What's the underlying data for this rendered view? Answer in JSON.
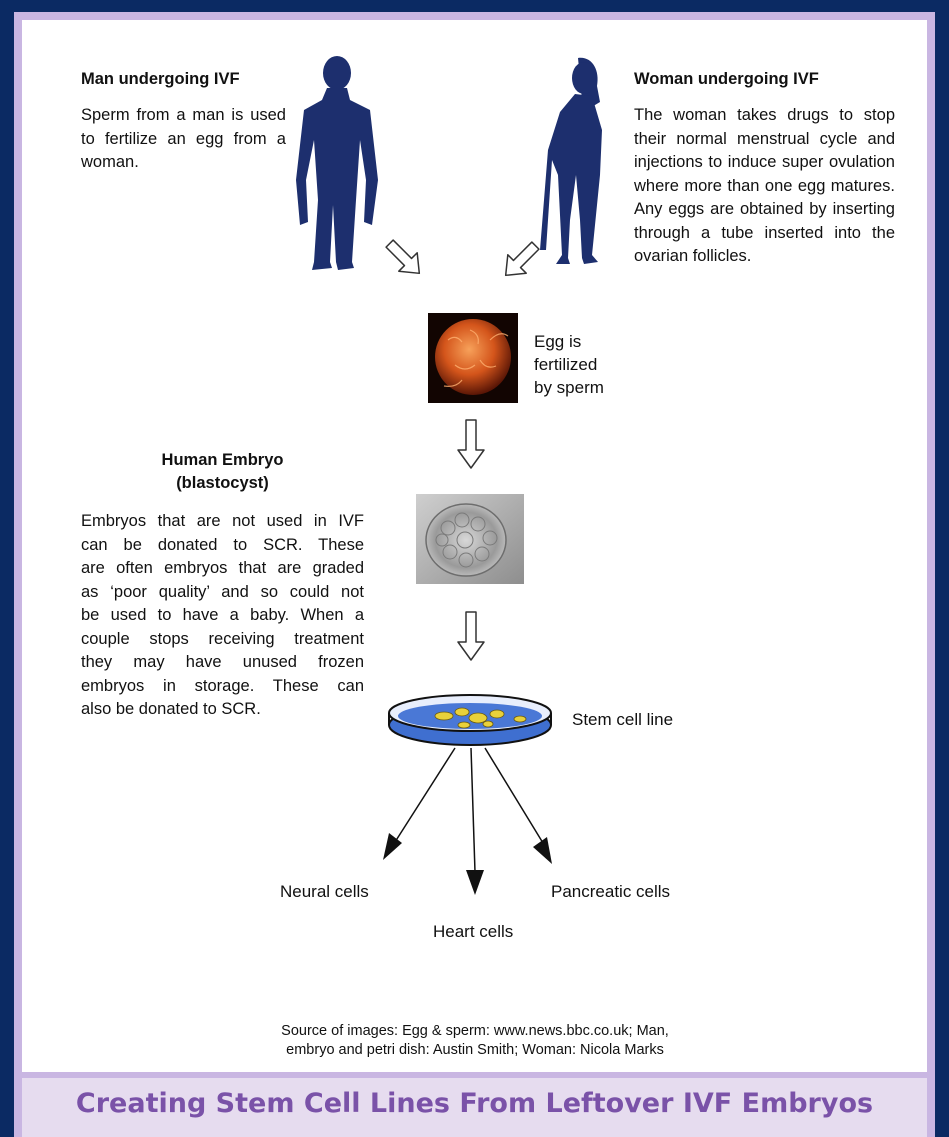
{
  "man": {
    "heading": "Man undergoing IVF",
    "text": "Sperm from a man is used to fertilize an egg from a woman."
  },
  "woman": {
    "heading": "Woman undergoing IVF",
    "text": "The woman takes drugs to stop their normal menstrual cycle and injections to induce super ovulation where more than one egg matures. Any eggs are obtained by inserting through a tube inserted into the ovarian follicles."
  },
  "egg": {
    "label_lines": [
      "Egg is",
      "fertilized",
      "by sperm"
    ]
  },
  "embryo": {
    "heading_lines": [
      "Human Embryo",
      "(blastocyst)"
    ],
    "text_lines": [
      "Embryos that are not used in IVF",
      "can be donated to SCR. These",
      "are often embryos that are graded",
      "as ‘poor quality’ and so could not",
      "be used to have a baby. When a",
      "couple stops receiving treatment",
      "they may have unused frozen",
      "embryos in storage. These can",
      "also be donated to SCR."
    ]
  },
  "stem_cell_line": {
    "label": "Stem cell line"
  },
  "outputs": {
    "neural": "Neural cells",
    "heart": "Heart cells",
    "pancreatic": "Pancreatic cells"
  },
  "source": {
    "line1": "Source of images: Egg & sperm: www.news.bbc.co.uk; Man,",
    "line2": "embryo and petri dish: Austin Smith; Woman: Nicola Marks"
  },
  "footer": {
    "title": "Creating Stem Cell Lines From Leftover IVF Embryos"
  },
  "colors": {
    "background": "#0b2a63",
    "frame": "#c9b6e2",
    "silhouette": "#1d2f6e",
    "footer_title": "#7a52a8",
    "petri_medium": "#3f6fd0"
  }
}
